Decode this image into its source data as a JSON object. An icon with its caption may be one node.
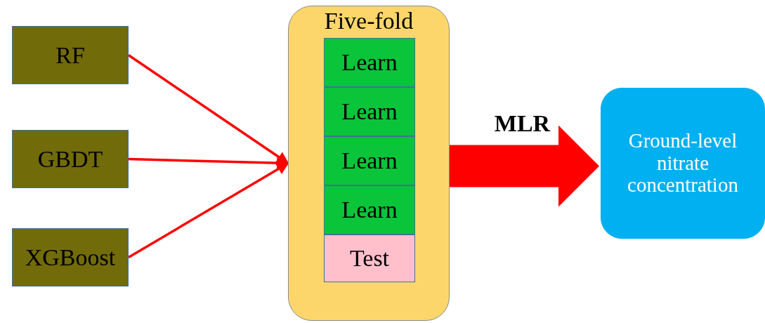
{
  "diagram": {
    "nodes": [
      {
        "text": [
          "RF"
        ]
      },
      {
        "text": [
          "GBDT"
        ]
      },
      {
        "text": [
          "XGBoost"
        ]
      },
      {
        "text": [
          "Five-fold"
        ]
      },
      {
        "text": [
          "Learn"
        ],
        "in": 3
      },
      {
        "text": [
          "Learn"
        ],
        "in": 3
      },
      {
        "text": [
          "Learn"
        ],
        "in": 3
      },
      {
        "text": [
          "Learn"
        ],
        "in": 3
      },
      {
        "text": [
          "Test"
        ],
        "in": 3
      },
      {
        "text": [
          "Ground-level nitrate concentration"
        ]
      }
    ],
    "edges": [
      {
        "from": 0,
        "to": 3,
        "arrow": "to"
      },
      {
        "from": 1,
        "to": 3,
        "arrow": "to"
      },
      {
        "from": 2,
        "to": 3,
        "arrow": "to"
      },
      {
        "from": 3,
        "to": 9,
        "arrow": "to",
        "label": "MLR",
        "style": "thick"
      }
    ]
  }
}
